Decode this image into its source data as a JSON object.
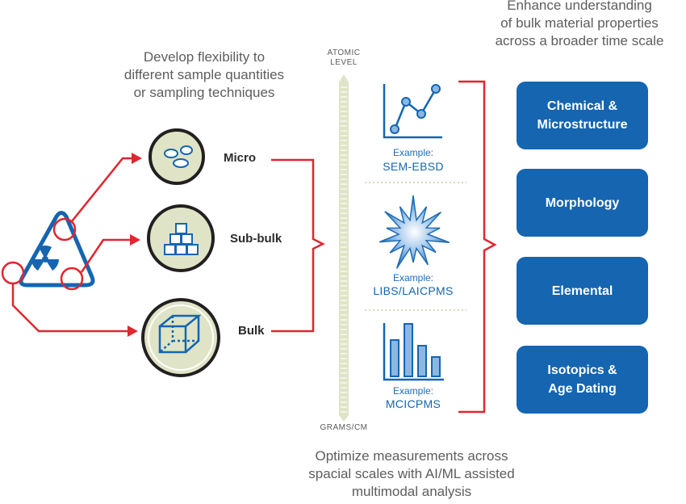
{
  "headings": {
    "left": [
      "Develop flexibility to",
      "different sample quantities",
      "or sampling techniques"
    ],
    "right": [
      "Enhance understanding",
      "of bulk material properties",
      "across a broader time scale"
    ],
    "bottom": [
      "Optimize measurements across",
      "spacial scales with AI/ML assisted",
      "multimodal analysis"
    ]
  },
  "sample_nodes": [
    {
      "label": "Micro",
      "icon": "particles-icon"
    },
    {
      "label": "Sub-bulk",
      "icon": "stacked-cubes-icon"
    },
    {
      "label": "Bulk",
      "icon": "cube-icon"
    }
  ],
  "scale_axis": {
    "top_label": [
      "ATOMIC",
      "LEVEL"
    ],
    "bottom_label": "GRAMS/CM"
  },
  "examples": [
    {
      "prefix": "Example:",
      "name": "SEM-EBSD",
      "icon": "line-chart-icon"
    },
    {
      "prefix": "Example:",
      "name": "LIBS/LAICPMS",
      "icon": "starburst-icon"
    },
    {
      "prefix": "Example:",
      "name": "MCICPMS",
      "icon": "bar-chart-icon"
    }
  ],
  "properties": [
    [
      "Chemical &",
      "Microstructure"
    ],
    [
      "Morphology"
    ],
    [
      "Elemental"
    ],
    [
      "Isotopics &",
      "Age Dating"
    ]
  ],
  "colors": {
    "accent_blue": "#1565b0",
    "connector_red": "#e0262f",
    "node_fill": "#dfe4c6",
    "axis_fill": "#dfe4c6",
    "heading_gray": "#5d5d5d"
  }
}
